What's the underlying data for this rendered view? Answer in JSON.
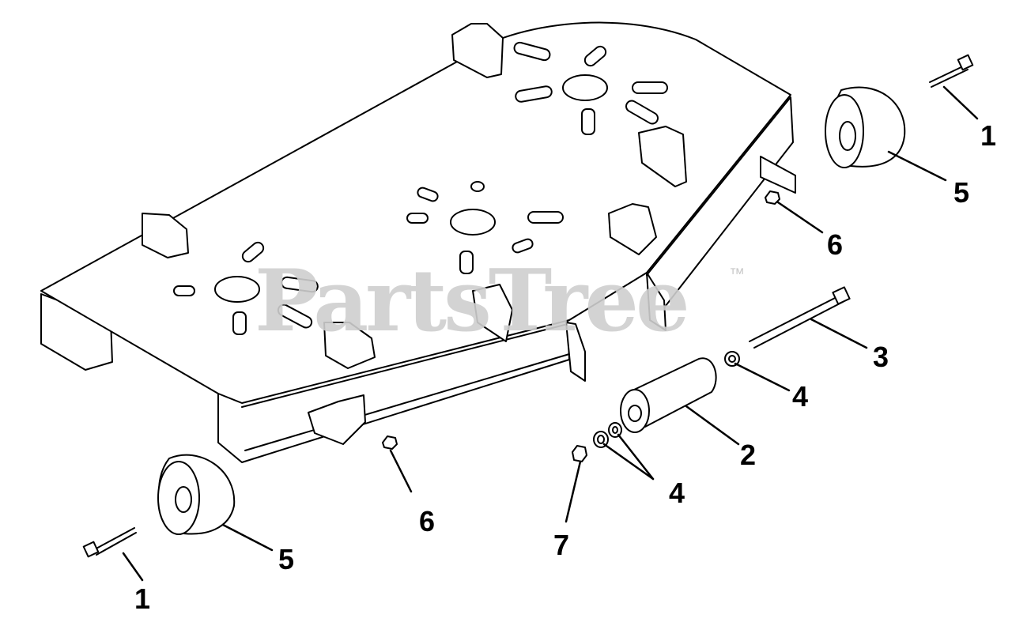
{
  "watermark": {
    "text": "PartsTree",
    "tm": "™"
  },
  "callouts": [
    "1",
    "5",
    "6",
    "3",
    "4",
    "2",
    "4",
    "7",
    "6",
    "5",
    "1"
  ]
}
